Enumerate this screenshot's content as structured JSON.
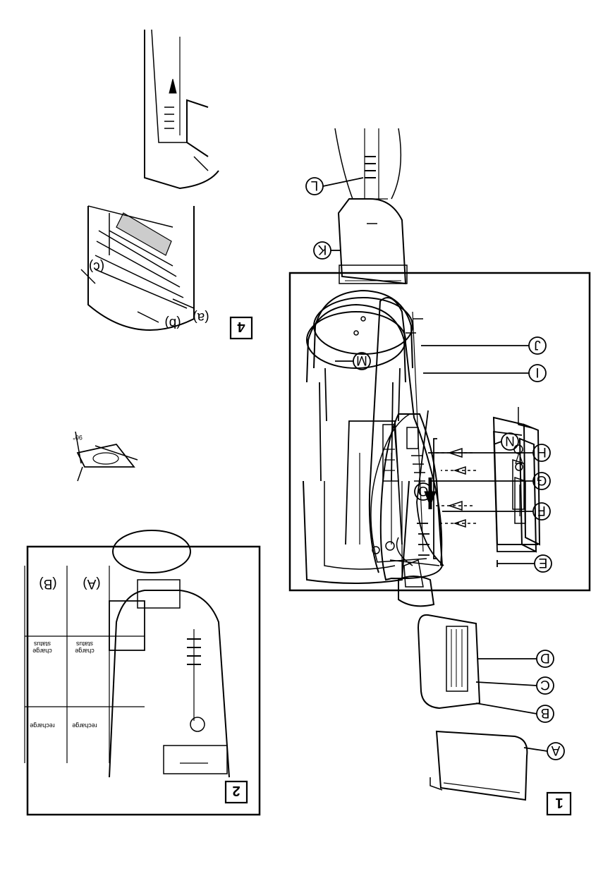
{
  "figures": [
    {
      "id": "fig1",
      "number": "1"
    },
    {
      "id": "fig2",
      "number": "2"
    },
    {
      "id": "fig4",
      "number": "4"
    }
  ],
  "fig1_callouts": [
    "A",
    "B",
    "C",
    "D",
    "E",
    "F",
    "G",
    "H",
    "I",
    "J",
    "K",
    "L",
    "M",
    "N",
    "O"
  ],
  "fig2": {
    "panel_a": "(A)",
    "panel_b": "(B)",
    "left_label": "recharge",
    "right_label_line1": "charge",
    "right_label_line2": "status"
  },
  "fig3": {
    "angle_label": "90°"
  },
  "fig4_callouts": [
    "(a)",
    "(b)",
    "(c)"
  ],
  "colors": {
    "ink": "#000000",
    "paper": "#ffffff"
  }
}
